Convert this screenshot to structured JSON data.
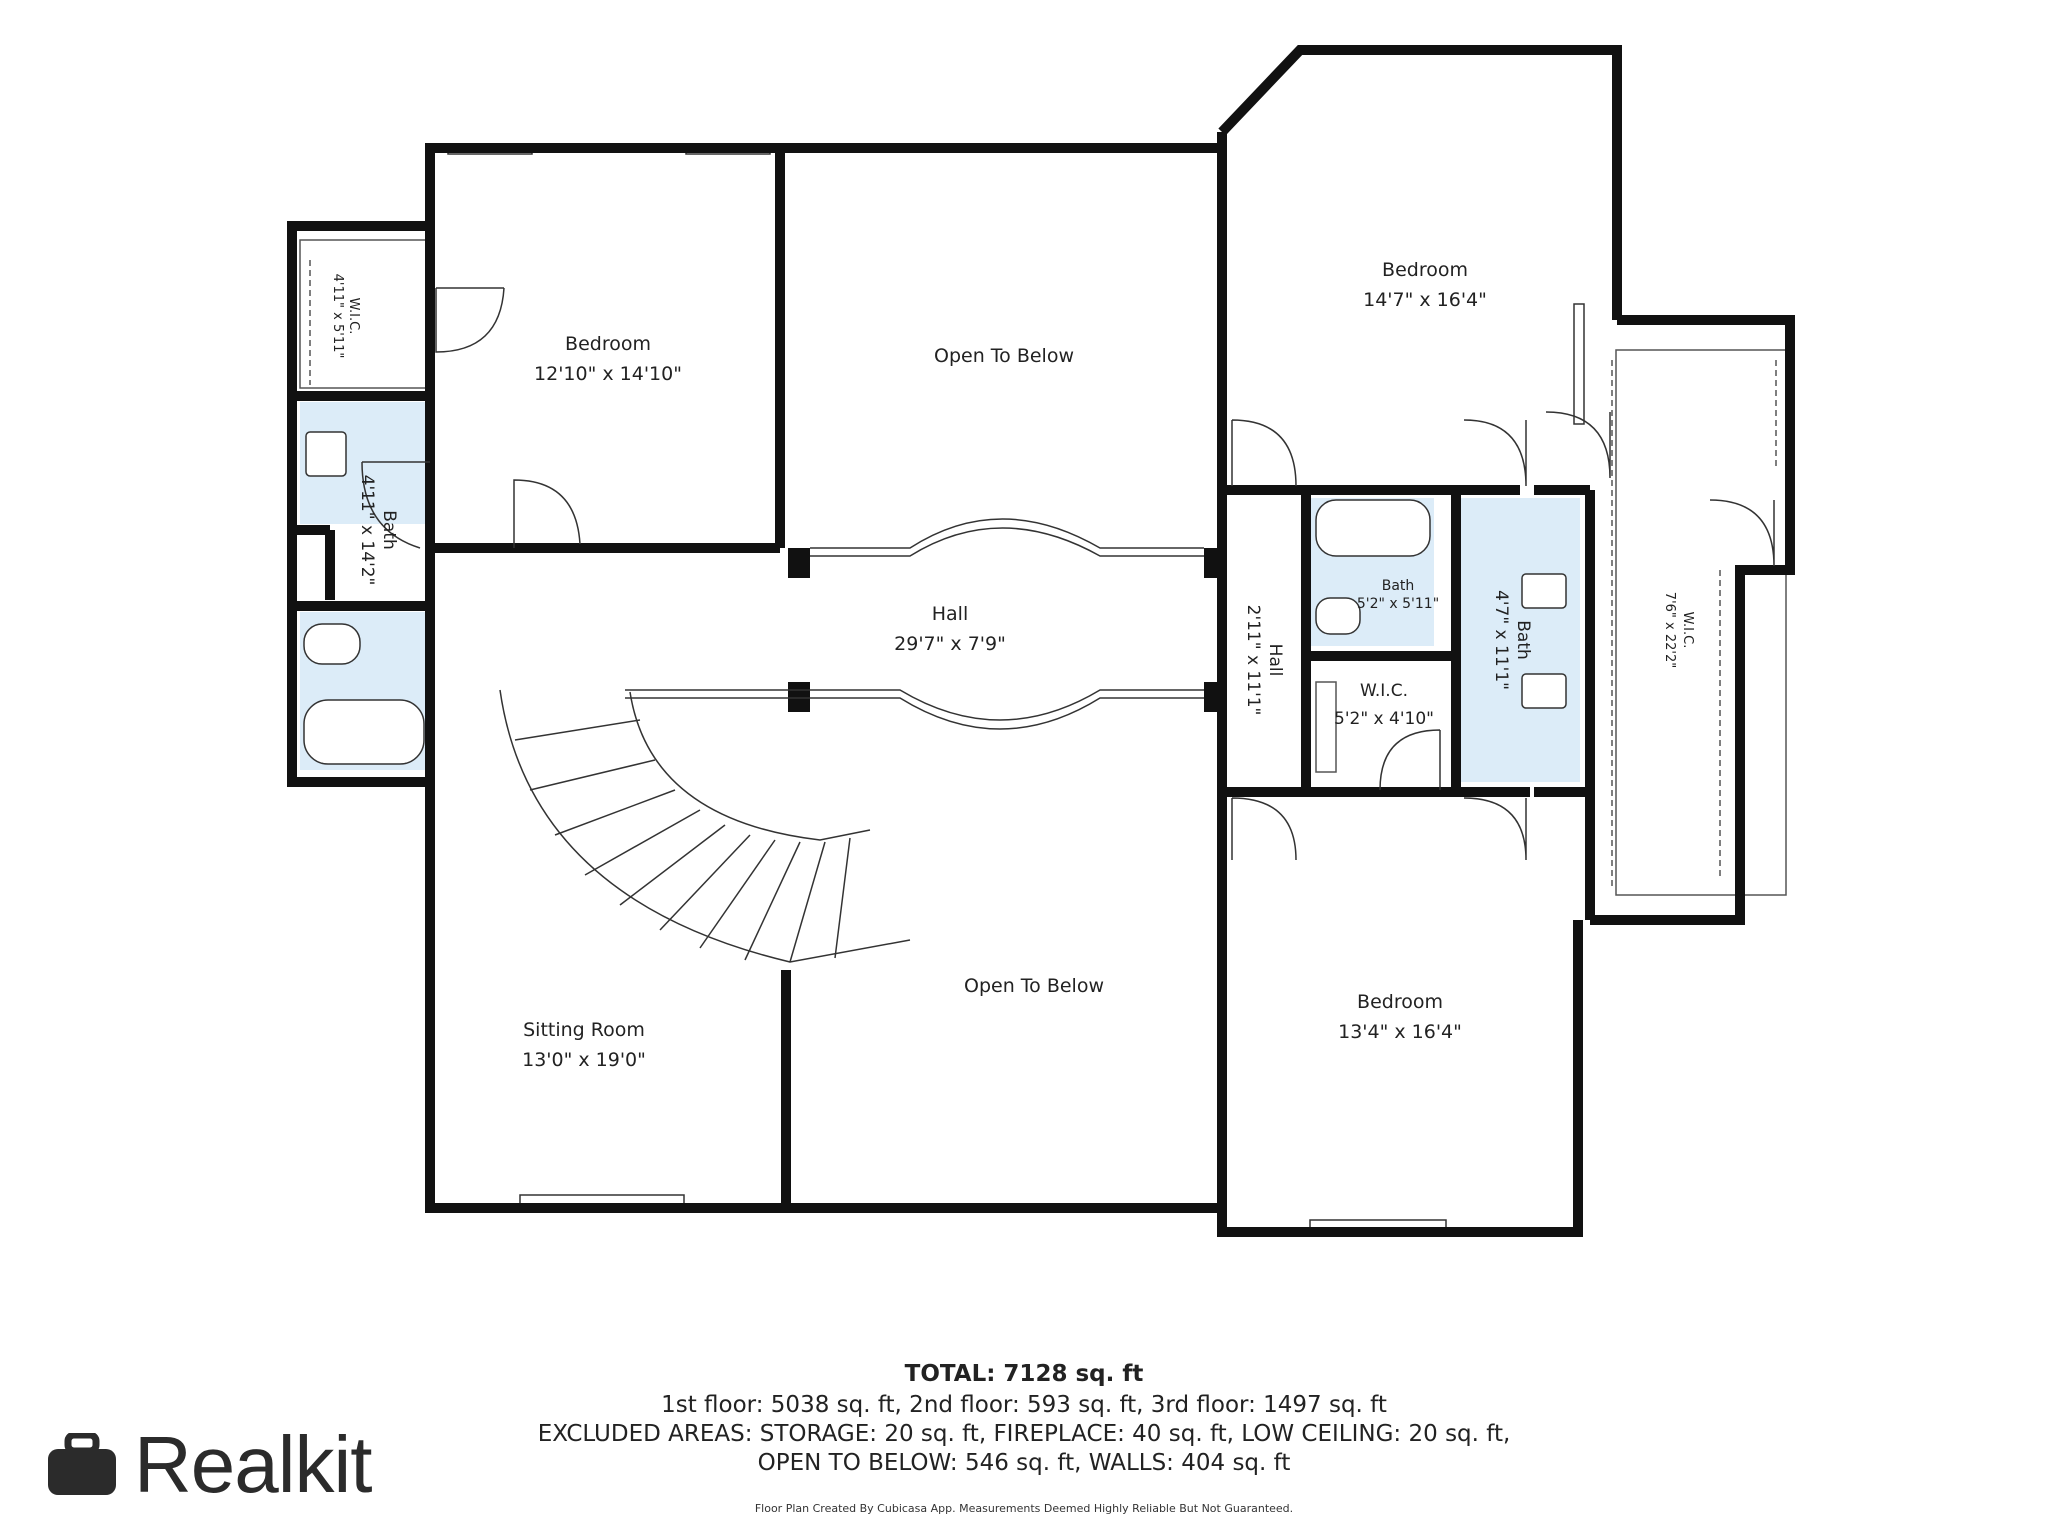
{
  "rooms": {
    "bedroom1": {
      "name": "Bedroom",
      "dims": "12'10\" x 14'10\""
    },
    "open_to_below_top": {
      "name": "Open To Below"
    },
    "bedroom2": {
      "name": "Bedroom",
      "dims": "14'7\" x 16'4\""
    },
    "wic_left": {
      "name": "W.I.C.",
      "dims": "4'11\" x 5'11\""
    },
    "bath_left": {
      "name": "Bath",
      "dims": "4'11\" x 14'2\""
    },
    "hall_main": {
      "name": "Hall",
      "dims": "29'7\" x 7'9\""
    },
    "hall_small": {
      "name": "Hall",
      "dims": "2'11\" x 11'1\""
    },
    "bath_mid": {
      "name": "Bath",
      "dims": "5'2\" x 5'11\""
    },
    "bath_right": {
      "name": "Bath",
      "dims": "4'7\" x 11'1\""
    },
    "wic_mid": {
      "name": "W.I.C.",
      "dims": "5'2\" x 4'10\""
    },
    "wic_right": {
      "name": "W.I.C.",
      "dims": "7'6\" x 22'2\""
    },
    "open_to_below_bottom": {
      "name": "Open To Below"
    },
    "sitting_room": {
      "name": "Sitting Room",
      "dims": "13'0\" x 19'0\""
    },
    "bedroom3": {
      "name": "Bedroom",
      "dims": "13'4\" x 16'4\""
    }
  },
  "summary": {
    "total": "TOTAL: 7128 sq. ft",
    "floors": "1st floor: 5038 sq. ft, 2nd floor: 593 sq. ft, 3rd floor: 1497 sq. ft",
    "excluded_line1": "EXCLUDED AREAS: STORAGE: 20 sq. ft, FIREPLACE: 40 sq. ft, LOW CEILING: 20 sq. ft,",
    "excluded_line2": "OPEN TO BELOW: 546 sq. ft, WALLS: 404 sq. ft",
    "disclaimer": "Floor Plan Created By Cubicasa App. Measurements Deemed Highly Reliable But Not Guaranteed."
  },
  "brand": {
    "name": "Realkit",
    "icon": "briefcase-icon"
  },
  "colors": {
    "wall": "#111111",
    "bath_fill": "#dcecf8",
    "text": "#222222"
  }
}
